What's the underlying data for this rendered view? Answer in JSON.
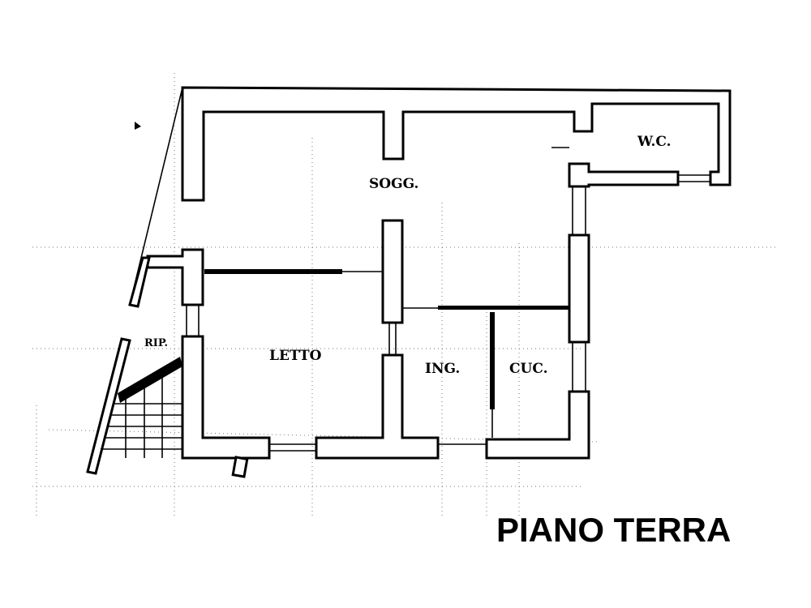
{
  "title": "PIANO TERRA",
  "rooms": {
    "soggiorno": "SOGG.",
    "wc": "W.C.",
    "letto": "LETTO",
    "ripostiglio": "RIP.",
    "ingresso": "ING.",
    "cucina": "CUC."
  }
}
